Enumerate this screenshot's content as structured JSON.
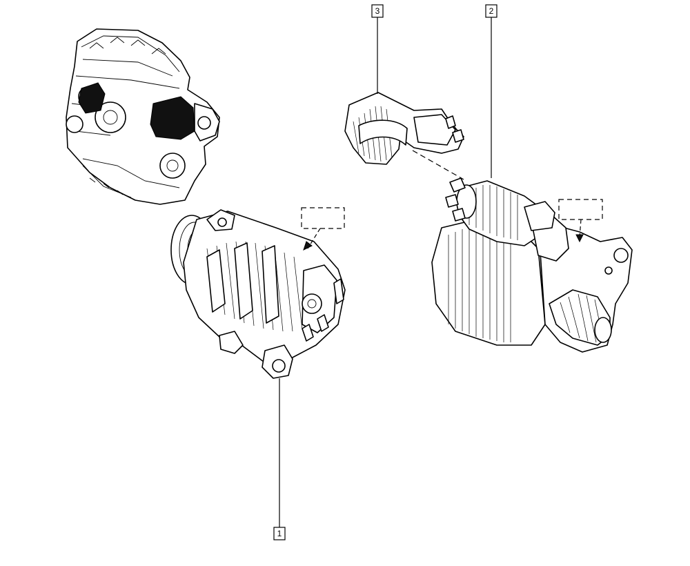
{
  "diagram": {
    "callouts": [
      {
        "id": "callout-1",
        "label": "1"
      },
      {
        "id": "callout-2",
        "label": "2"
      },
      {
        "id": "callout-3",
        "label": "3"
      }
    ],
    "colors": {
      "ink": "#000000",
      "background": "#ffffff",
      "highlight": "#111111"
    }
  }
}
